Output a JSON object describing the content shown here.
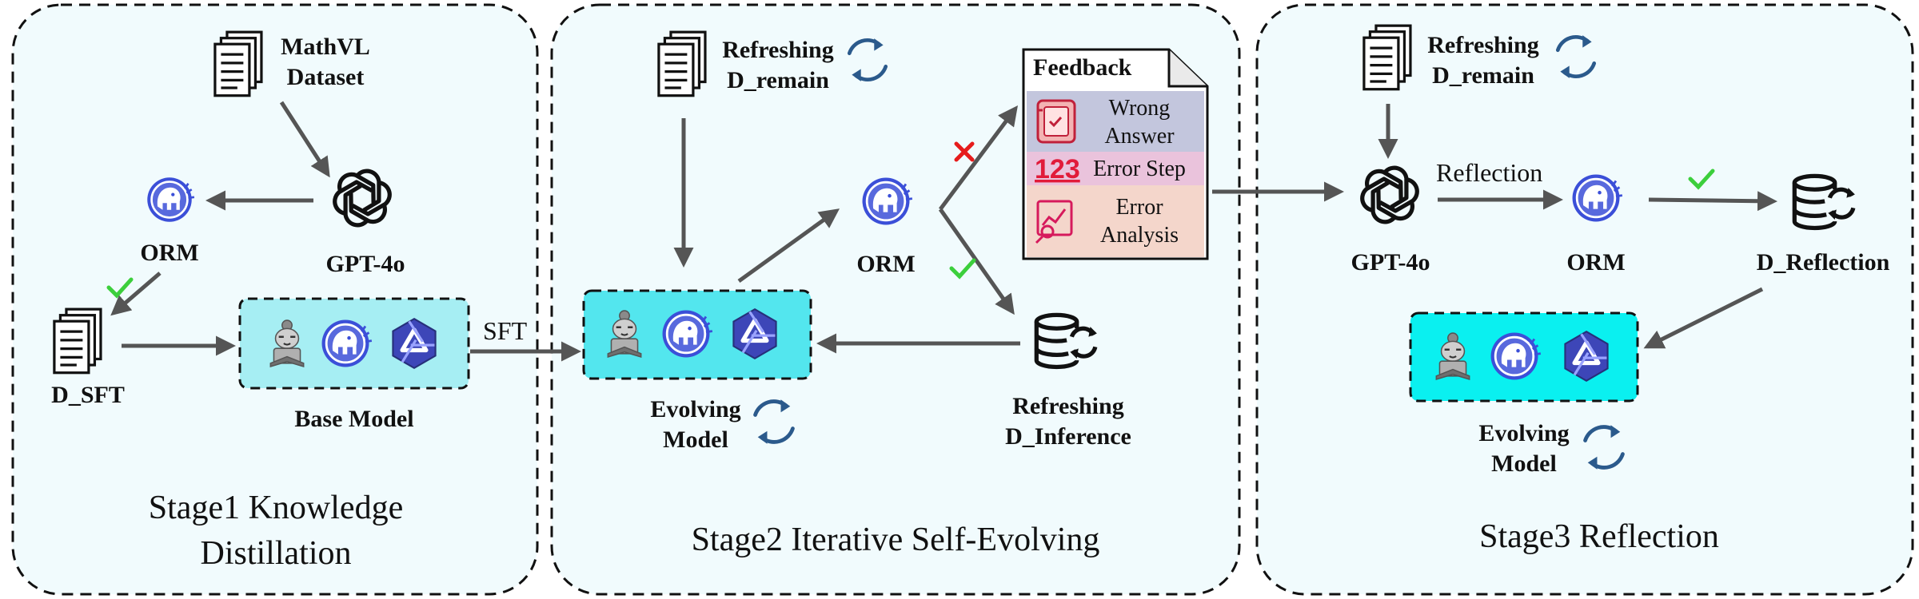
{
  "stage1": {
    "title": "Stage1 Knowledge\nDistillation",
    "mathvl": "MathVL\nDataset",
    "gpt": "GPT-4o",
    "orm": "ORM",
    "dsft": "D_SFT",
    "base_model": "Base Model",
    "sft": "SFT"
  },
  "stage2": {
    "title": "Stage2 Iterative Self-Evolving",
    "refreshing_remain": "Refreshing\nD_remain",
    "orm": "ORM",
    "evolving_model": "Evolving\nModel",
    "refreshing_inference": "Refreshing\nD_Inference",
    "feedback": {
      "title": "Feedback",
      "wrong_answer": "Wrong\nAnswer",
      "error_step": "Error Step",
      "error_analysis": "Error\nAnalysis"
    }
  },
  "stage3": {
    "title": "Stage3 Reflection",
    "refreshing_remain": "Refreshing\nD_remain",
    "reflection": "Reflection",
    "gpt": "GPT-4o",
    "orm": "ORM",
    "d_reflection": "D_Reflection",
    "evolving_model": "Evolving\nModel"
  },
  "colors": {
    "panel_bg": "#f1fbfd",
    "model_box_light": "#a6eef3",
    "model_box_bright": "#0af0f0",
    "refresh_icon": "#2b5a8c",
    "check": "#3ccf3c",
    "cross": "#e61c1c",
    "arrow": "#555555",
    "wrong_answer_bg": "#c3c6dd",
    "error_step_bg": "#eac3dc",
    "error_analysis_bg": "#f4d6cb"
  },
  "icons": [
    "document-icon",
    "openai-logo-icon",
    "elephant-orm-icon",
    "refresh-icon",
    "database-refresh-icon",
    "check-icon",
    "cross-icon",
    "qwen-logo-icon",
    "mascot-icon",
    "book-icon",
    "number-icon",
    "chart-search-icon"
  ]
}
